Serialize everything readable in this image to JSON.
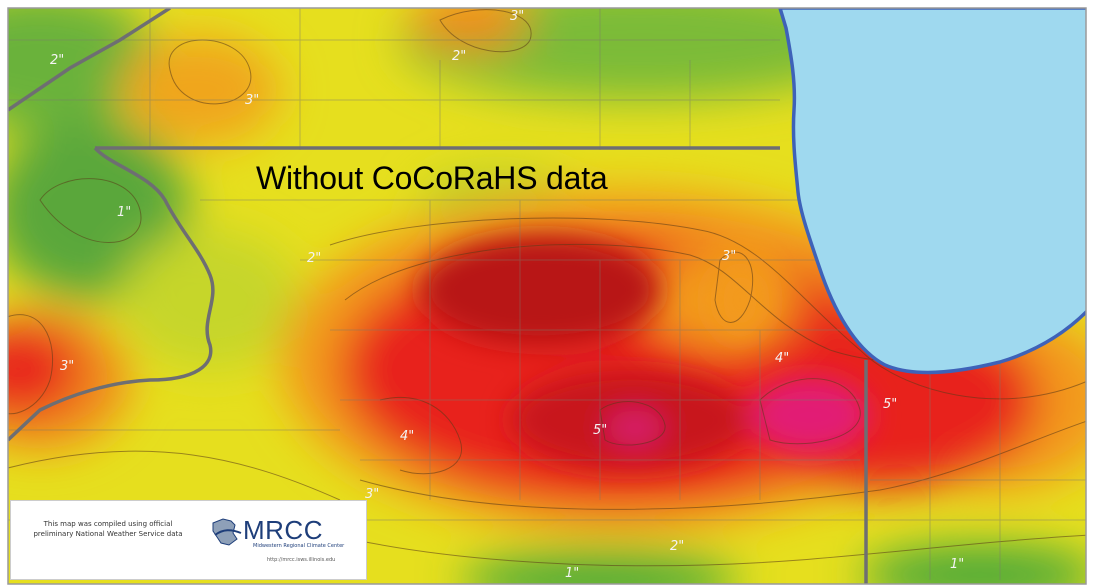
{
  "map": {
    "overlay_title": "Without CoCoRaHS data",
    "contour_labels": [
      "2\"",
      "2\"",
      "3\"",
      "3\"",
      "1\"",
      "2\"",
      "3\"",
      "3\"",
      "4\"",
      "4\"",
      "5\"",
      "5\"",
      "3\"",
      "2\"",
      "1\"",
      "1\""
    ],
    "legend_colors": {
      "lake": "#9fd9ef",
      "lake_outline": "#3e62b8",
      "green": "#4aa83a",
      "yellow": "#e8e21a",
      "orange": "#f39a1c",
      "red": "#e8211c",
      "dark_red": "#c0151a",
      "magenta": "#e21a74"
    }
  },
  "credit": {
    "text": "This map was compiled using official preliminary National Weather Service data",
    "logo_name": "MRCC",
    "logo_subtitle": "Midwestern Regional Climate Center",
    "logo_url": "http://mrcc.isws.illinois.edu"
  }
}
